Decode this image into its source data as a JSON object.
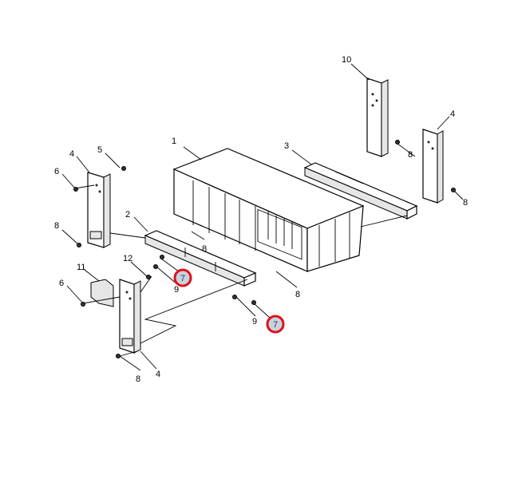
{
  "diagram": {
    "labels": {
      "part_1": "1",
      "part_2": "2",
      "part_3": "3",
      "part_4_left": "4",
      "part_4_right": "4",
      "part_4_front": "4",
      "part_5": "5",
      "part_6_top": "6",
      "part_6_bottom": "6",
      "part_8_left": "8",
      "part_8_rail_rear": "8",
      "part_8_rail_front": "8",
      "part_8_right_top": "8",
      "part_8_right_bottom": "8",
      "part_8_front_bracket": "8",
      "part_9_left": "9",
      "part_9_right": "9",
      "part_10": "10",
      "part_11": "11",
      "part_12": "12"
    },
    "highlighted_callouts": [
      "7",
      "7"
    ],
    "colors": {
      "highlight_ring": "#e0101a",
      "highlight_fill": "#c8d3e0"
    }
  }
}
